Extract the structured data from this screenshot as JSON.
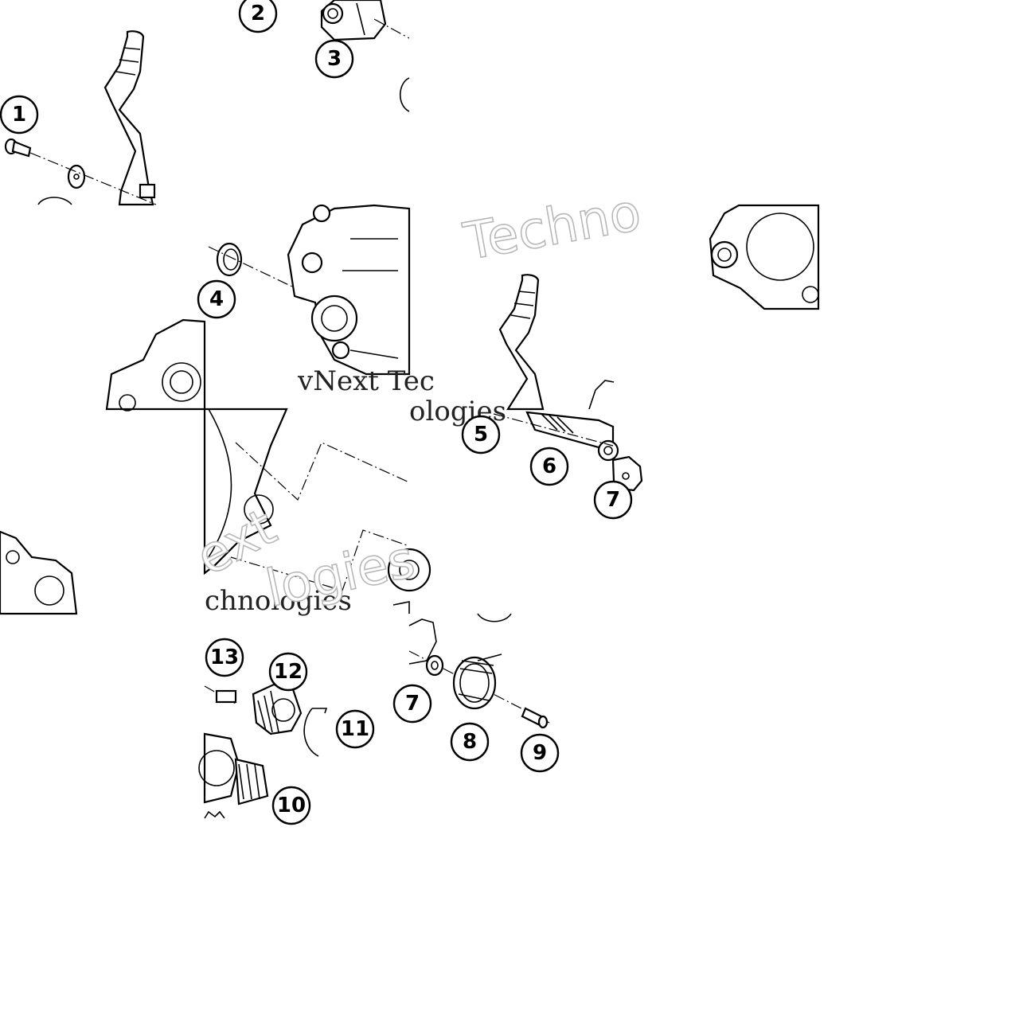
{
  "diagram": {
    "callouts": [
      {
        "id": "1",
        "label": "1"
      },
      {
        "id": "2",
        "label": "2"
      },
      {
        "id": "3",
        "label": "3"
      },
      {
        "id": "4",
        "label": "4"
      },
      {
        "id": "5",
        "label": "5"
      },
      {
        "id": "6",
        "label": "6"
      },
      {
        "id": "7a",
        "label": "7"
      },
      {
        "id": "7b",
        "label": "7"
      },
      {
        "id": "8",
        "label": "8"
      },
      {
        "id": "9",
        "label": "9"
      },
      {
        "id": "10",
        "label": "10"
      },
      {
        "id": "11",
        "label": "11"
      },
      {
        "id": "12",
        "label": "12"
      },
      {
        "id": "13",
        "label": "13"
      }
    ],
    "watermark": {
      "text_a": "Techno",
      "text_b": "vNext Tec",
      "text_c": "ologies",
      "text_d": "chnologies",
      "text_e": "ext",
      "text_f": "logies"
    }
  }
}
